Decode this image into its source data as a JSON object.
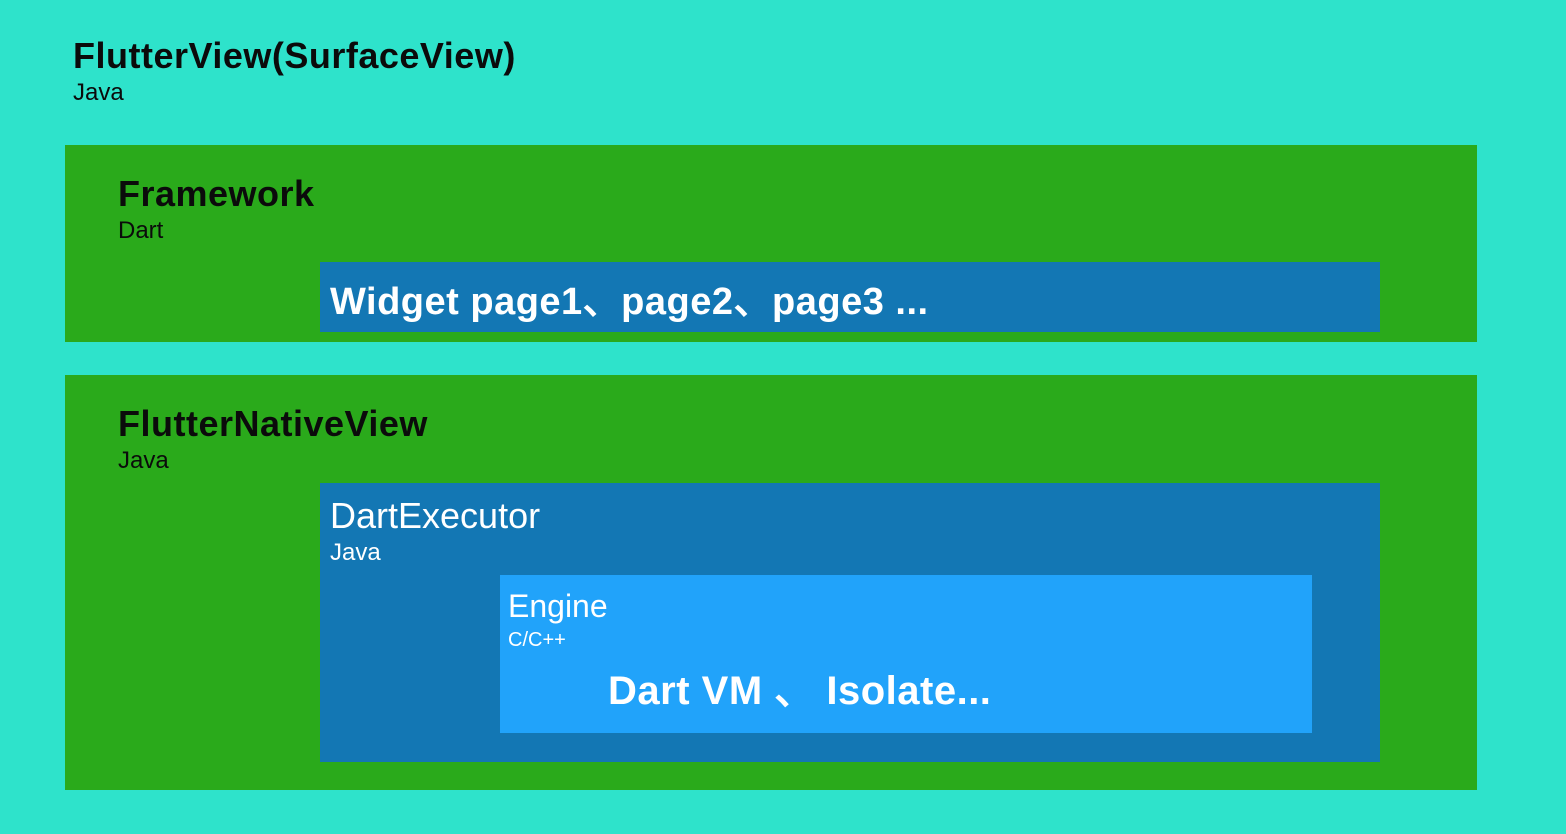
{
  "colors": {
    "background": "#2EE3CB",
    "green": "#2AAA1B",
    "blue": "#1377B4",
    "light_blue": "#21A3FA",
    "text_dark": "#0B0B0B",
    "text_light": "#FFFFFF"
  },
  "diagram": {
    "root": {
      "title": "FlutterView(SurfaceView)",
      "subtitle": "Java"
    },
    "framework": {
      "title": "Framework",
      "subtitle": "Dart",
      "widget_bar_label": "Widget page1、page2、page3  ..."
    },
    "native_view": {
      "title": "FlutterNativeView",
      "subtitle": "Java",
      "dart_executor": {
        "title": "DartExecutor",
        "subtitle": "Java",
        "engine": {
          "title": "Engine",
          "subtitle": "C/C++",
          "content": "Dart VM 、 Isolate..."
        }
      }
    }
  }
}
